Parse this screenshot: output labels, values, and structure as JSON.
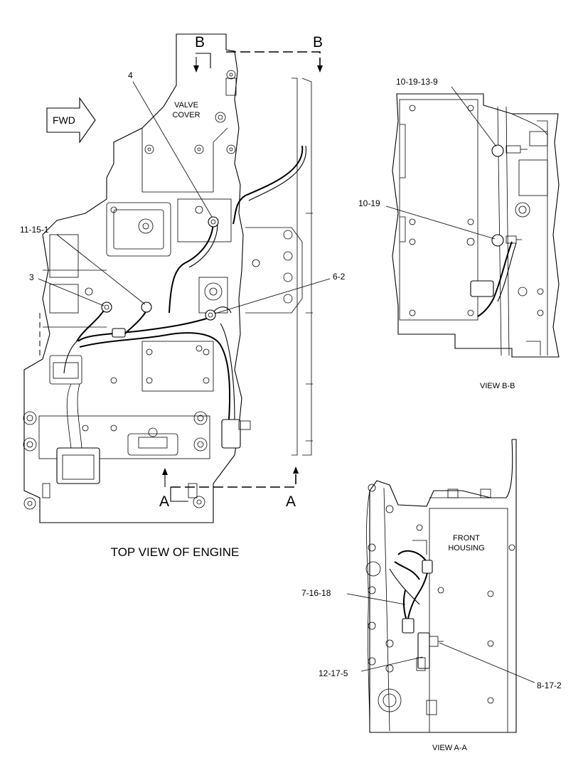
{
  "labels": {
    "section_b_left": "B",
    "section_b_right": "B",
    "section_a_left": "A",
    "section_a_right": "A",
    "fwd": "FWD",
    "valve_cover_1": "VALVE",
    "valve_cover_2": "COVER",
    "front_housing_1": "FRONT",
    "front_housing_2": "HOUSING",
    "top_view_caption": "TOP VIEW OF ENGINE",
    "view_bb_caption": "VIEW B-B",
    "view_aa_caption": "VIEW A-A"
  },
  "callouts": {
    "c4": "4",
    "c11_15_1": "11-15-1",
    "c3": "3",
    "c6_2": "6-2",
    "c10_19_13_9": "10-19-13-9",
    "c10_19": "10-19",
    "c7_16_18": "7-16-18",
    "c12_17_5": "12-17-5",
    "c8_17_2": "8-17-2"
  }
}
